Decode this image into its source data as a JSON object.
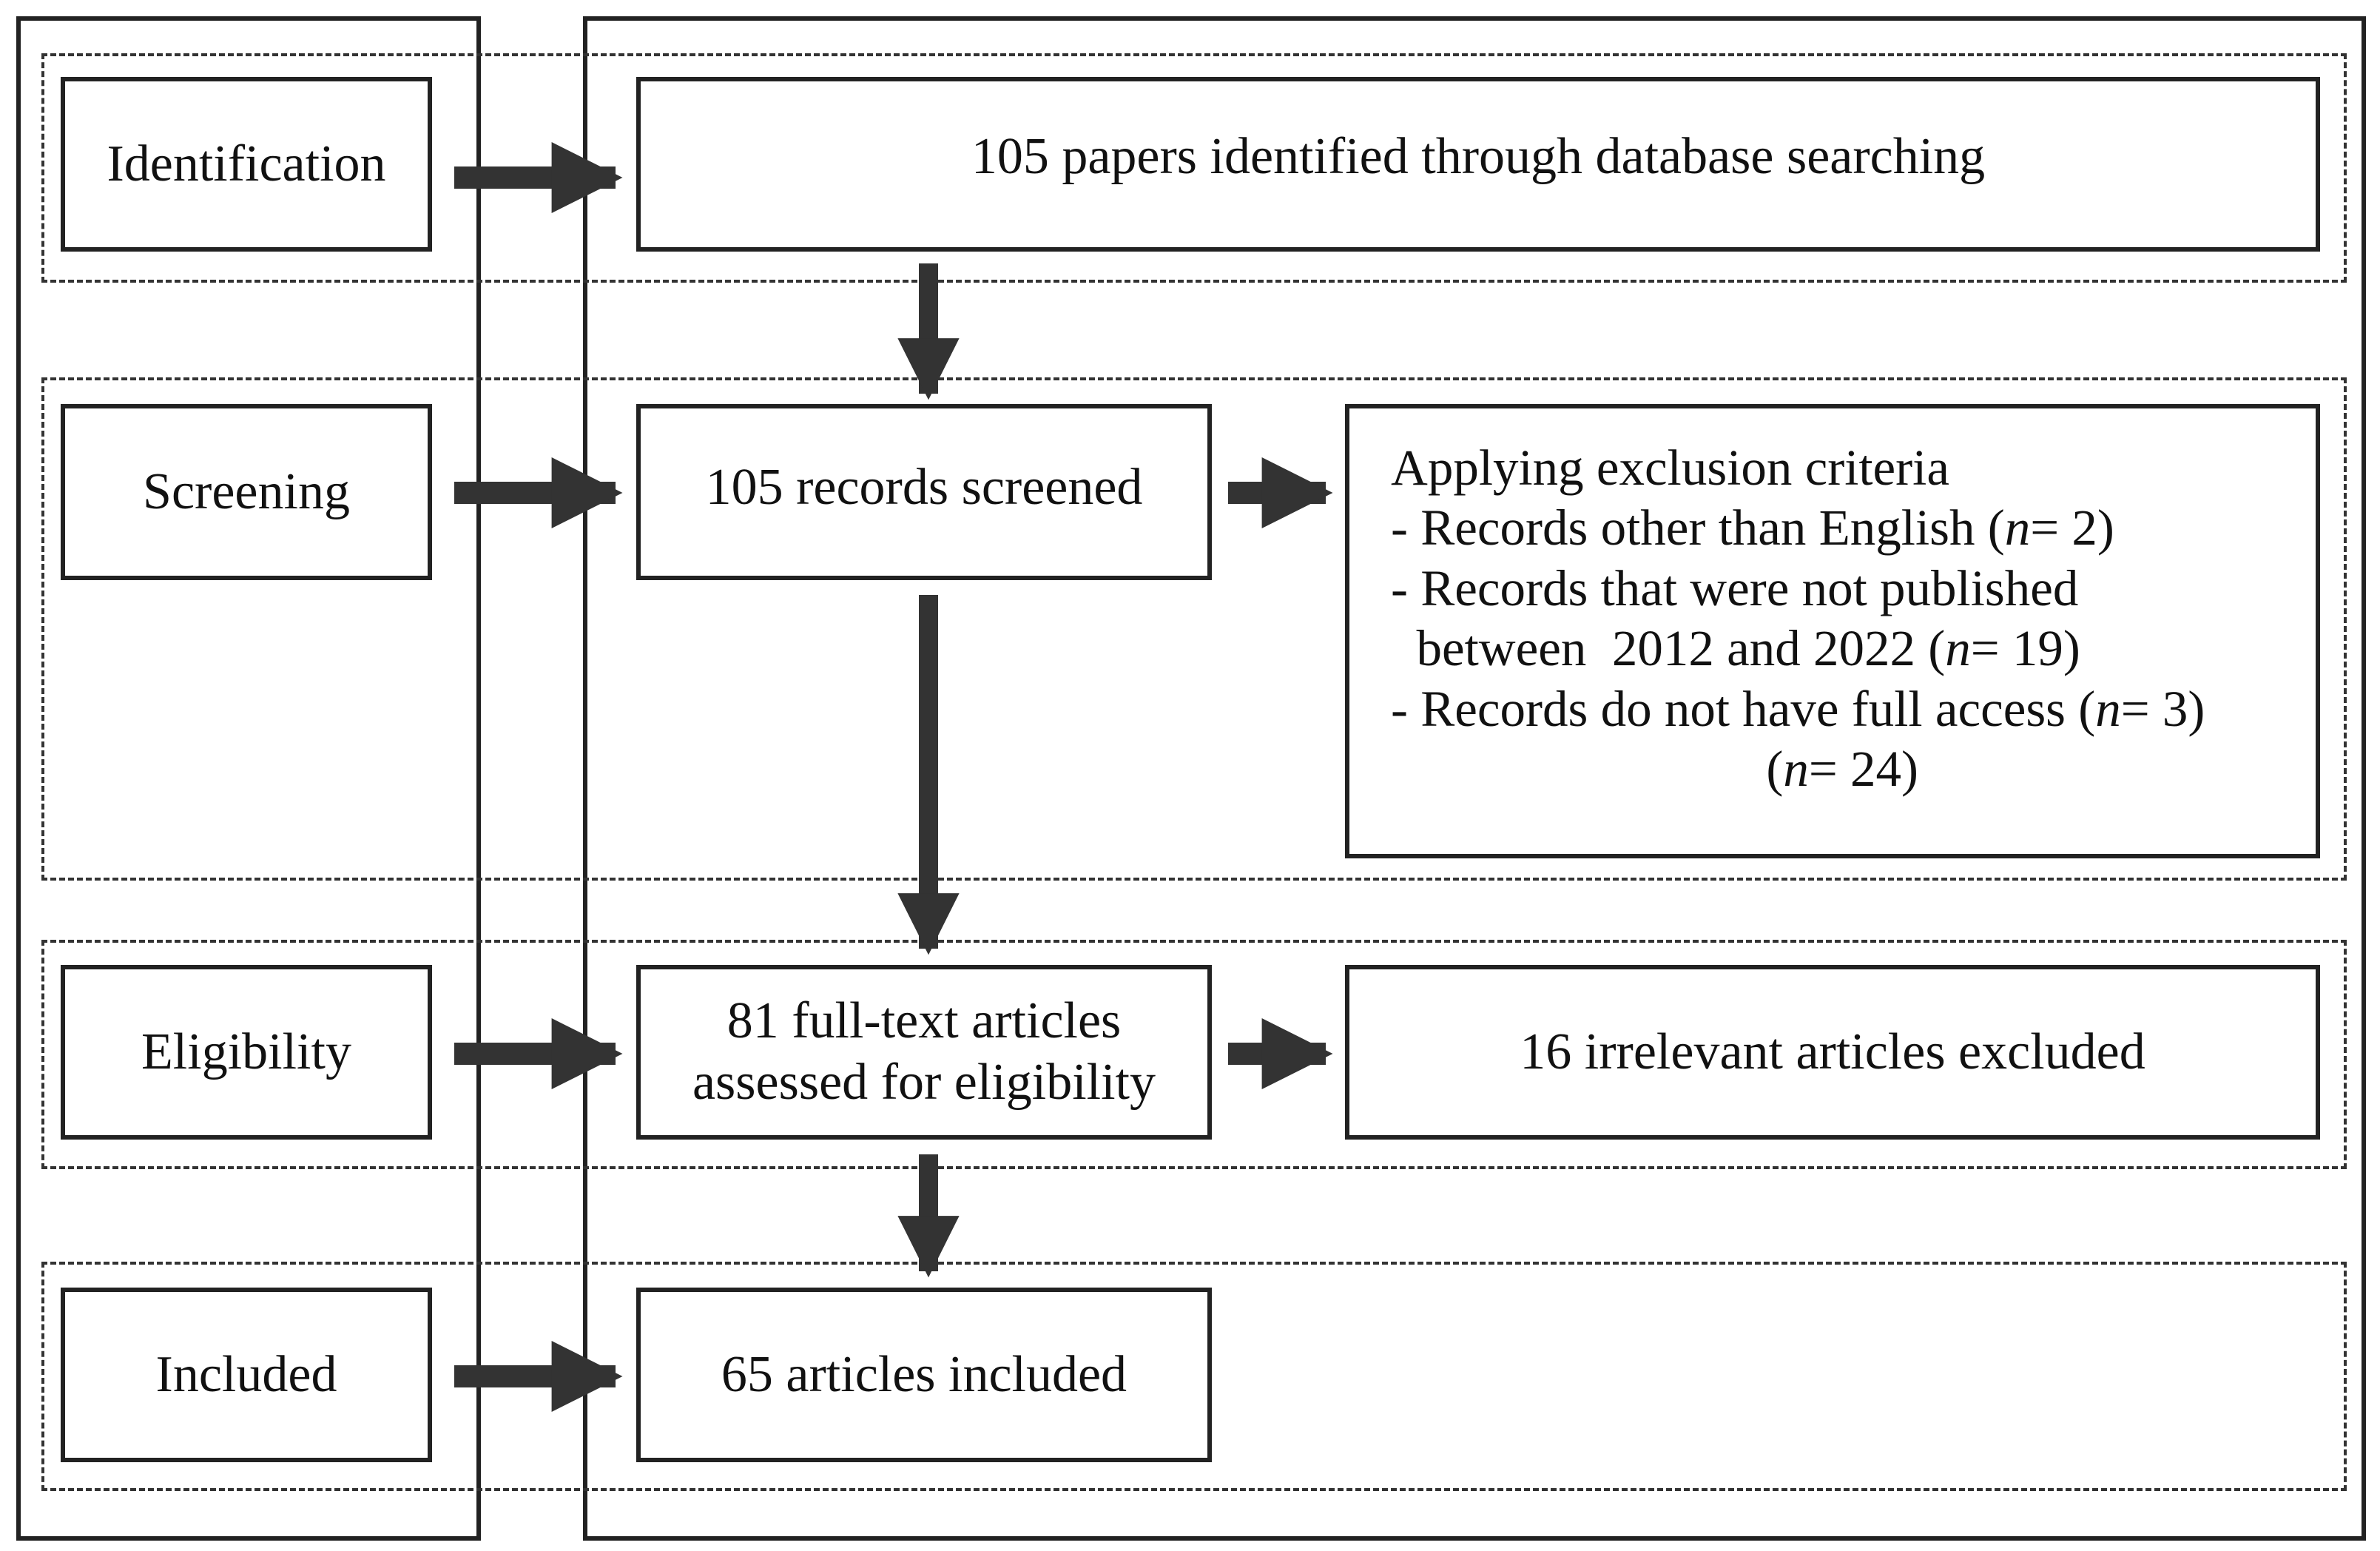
{
  "stages": {
    "identification": "Identification",
    "screening": "Screening",
    "eligibility": "Eligibility",
    "included": "Included"
  },
  "boxes": {
    "identified": "105 papers identified through database searching",
    "screened": "105 records screened",
    "fulltext_line1": "81 full-text articles",
    "fulltext_line2": "assessed for eligibility",
    "irrelevant": "16 irrelevant articles excluded",
    "included": "65 articles included"
  },
  "exclusion": {
    "heading": "Applying exclusion criteria",
    "item1_text": "- Records other than English (",
    "item1_n": "n",
    "item1_value": "= 2)",
    "item2_line1": "- Records that were not published",
    "item2_text": "  between  2012 and 2022 (",
    "item2_n": "n",
    "item2_value": "= 19)",
    "item3_text": "- Records do not have full access (",
    "item3_n": "n",
    "item3_value": "= 3)",
    "total_open": "(",
    "total_n": "n",
    "total_value": "= 24)"
  },
  "colors": {
    "line": "#222222",
    "arrow": "#333333",
    "background": "#ffffff"
  }
}
